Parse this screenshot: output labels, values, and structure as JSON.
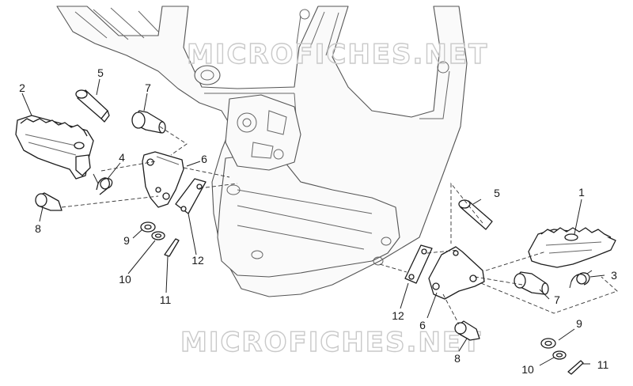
{
  "watermark": {
    "top": "MICROFICHES.NET",
    "bottom": "MICROFICHES.NET"
  },
  "callouts": [
    {
      "id": "c1",
      "text": "1"
    },
    {
      "id": "c2",
      "text": "2"
    },
    {
      "id": "c3",
      "text": "3"
    },
    {
      "id": "c4",
      "text": "4"
    },
    {
      "id": "c5a",
      "text": "5"
    },
    {
      "id": "c5b",
      "text": "5"
    },
    {
      "id": "c6a",
      "text": "6"
    },
    {
      "id": "c6b",
      "text": "6"
    },
    {
      "id": "c7a",
      "text": "7"
    },
    {
      "id": "c7b",
      "text": "7"
    },
    {
      "id": "c8a",
      "text": "8"
    },
    {
      "id": "c8b",
      "text": "8"
    },
    {
      "id": "c9a",
      "text": "9"
    },
    {
      "id": "c9b",
      "text": "9"
    },
    {
      "id": "c10a",
      "text": "10"
    },
    {
      "id": "c10b",
      "text": "10"
    },
    {
      "id": "c11a",
      "text": "11"
    },
    {
      "id": "c11b",
      "text": "11"
    },
    {
      "id": "c12a",
      "text": "12"
    },
    {
      "id": "c12b",
      "text": "12"
    }
  ]
}
